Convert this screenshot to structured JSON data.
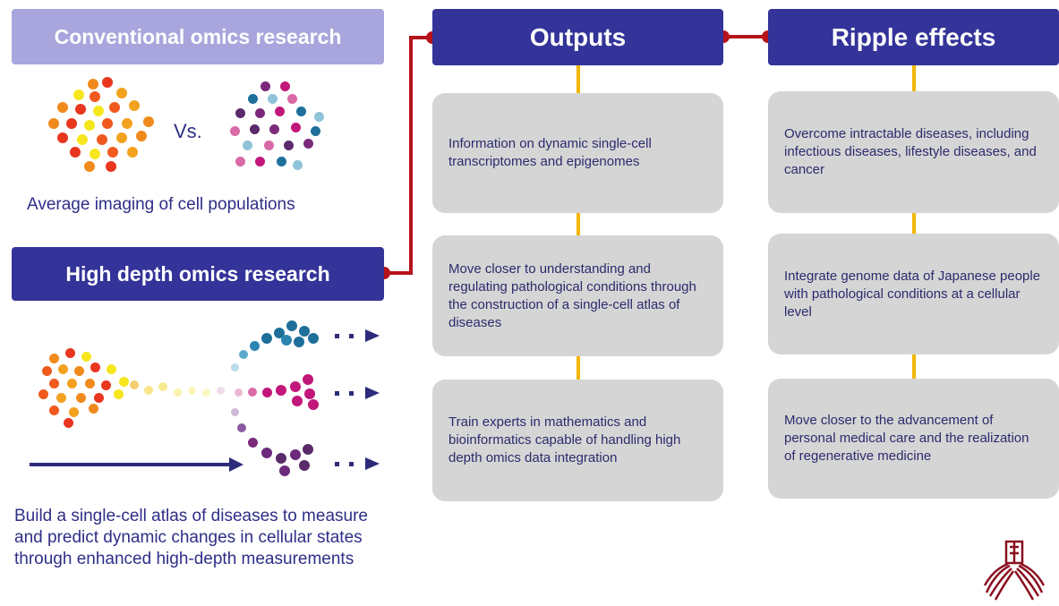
{
  "left": {
    "conventional_header": "Conventional omics research",
    "vs_label": "Vs.",
    "average_caption": "Average imaging of cell populations",
    "high_depth_header": "High depth omics research",
    "bottom_caption": "Build a single-cell atlas of diseases to measure and predict dynamic changes in cellular states through enhanced high-depth measurements"
  },
  "outputs": {
    "header": "Outputs",
    "items": [
      "Information on dynamic single-cell transcriptomes and epigenomes",
      "Move closer to understanding and regulating pathological conditions through the construction of a single-cell atlas of diseases",
      "Train experts in mathematics and bioinformatics capable of handling high depth omics data integration"
    ]
  },
  "ripple": {
    "header": "Ripple effects",
    "items": [
      "Overcome intractable diseases, including infectious diseases, lifestyle diseases, and cancer",
      "Integrate genome data of Japanese people with pathological conditions at a cellular level",
      "Move closer to the advancement of personal medical care and the realization of regenerative medicine"
    ]
  },
  "colors": {
    "header_dark": "#333399",
    "header_light": "#a9a6dd",
    "box_gray": "#d5d5d5",
    "connector_red": "#b5121b",
    "connector_yellow": "#f2b705",
    "text_navy": "#2e2e88"
  },
  "icons": {
    "logo": "university-crest-icon"
  }
}
